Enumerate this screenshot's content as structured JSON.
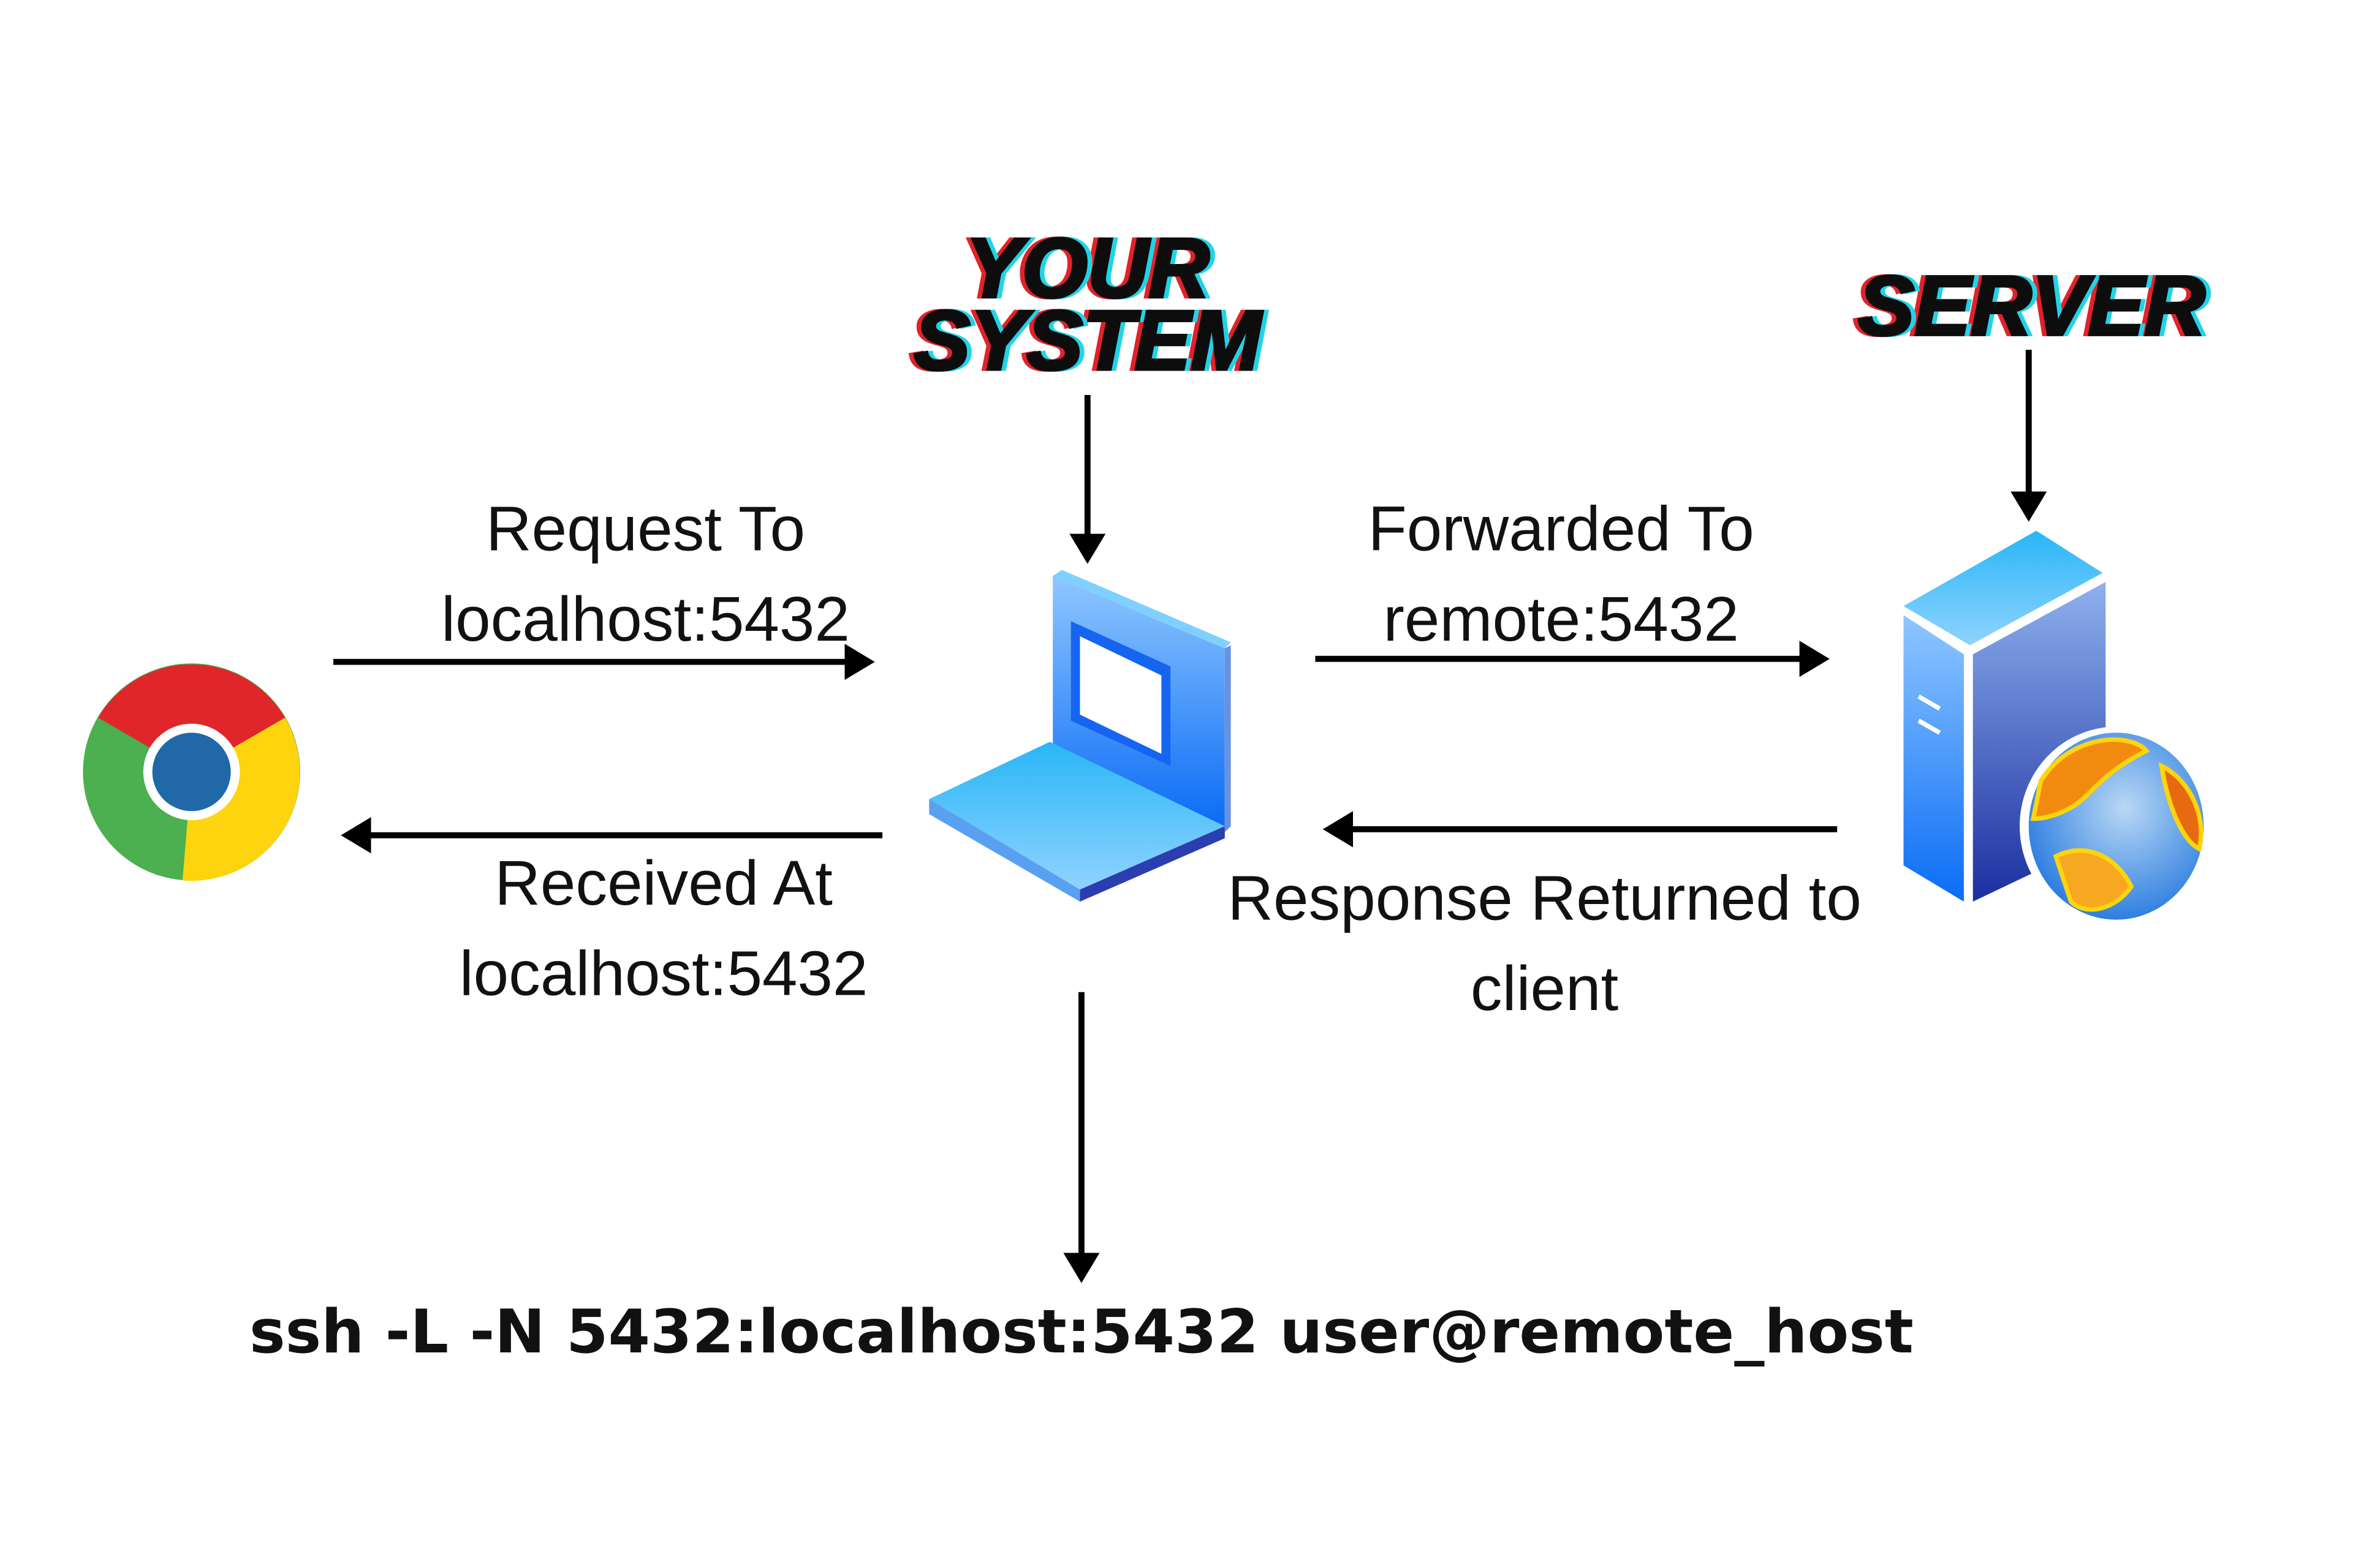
{
  "titles": {
    "system_line1": "YOUR",
    "system_line2": "SYSTEM",
    "server": "SERVER"
  },
  "labels": {
    "request_line1": "Request To",
    "request_line2": "localhost:5432",
    "received_line1": "Received At",
    "received_line2": "localhost:5432",
    "forwarded_line1": "Forwarded To",
    "forwarded_line2": "remote:5432",
    "response_line1": "Response Returned to",
    "response_line2": "client"
  },
  "command": "ssh -L -N 5432:localhost:5432 user@remote_host",
  "icons": {
    "client": "chrome-browser-icon",
    "system": "laptop-icon",
    "server": "web-server-icon"
  },
  "colors": {
    "shadow_red": "#e0202a",
    "shadow_cyan": "#22d3e6",
    "blue": "#1e7ff0"
  }
}
